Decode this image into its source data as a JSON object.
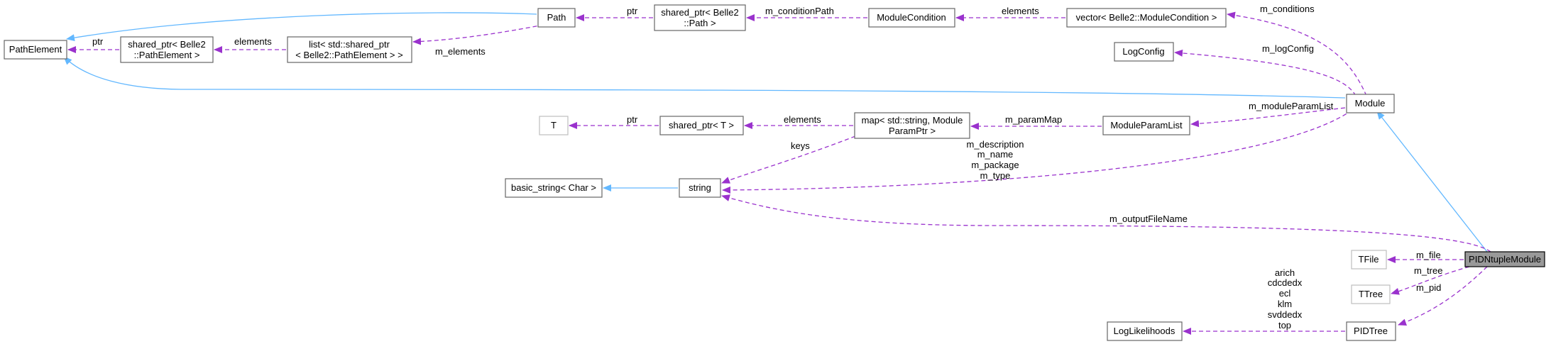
{
  "nodes": {
    "path_element": "PathElement",
    "shared_ptr_path_element_l1": "shared_ptr< Belle2",
    "shared_ptr_path_element_l2": "::PathElement >",
    "list_shared_ptr_l1": "list< std::shared_ptr",
    "list_shared_ptr_l2": "< Belle2::PathElement > >",
    "path": "Path",
    "shared_ptr_path_l1": "shared_ptr< Belle2",
    "shared_ptr_path_l2": "::Path >",
    "module_condition": "ModuleCondition",
    "vector_module_condition": "vector< Belle2::ModuleCondition >",
    "log_config": "LogConfig",
    "module": "Module",
    "t": "T",
    "shared_ptr_t": "shared_ptr< T >",
    "map_l1": "map< std::string, Module",
    "map_l2": "ParamPtr >",
    "module_param_list": "ModuleParamList",
    "basic_string": "basic_string< Char >",
    "string": "string",
    "tfile": "TFile",
    "tree": "TTree",
    "pid_ntuple_module": "PIDNtupleModule",
    "log_likelihoods": "LogLikelihoods",
    "pid_tree": "PIDTree"
  },
  "edge_labels": {
    "ptr_path_element": "ptr",
    "elements_list": "elements",
    "m_elements": "m_elements",
    "ptr_path": "ptr",
    "m_condition_path": "m_conditionPath",
    "elements_vector": "elements",
    "m_conditions": "m_conditions",
    "m_log_config": "m_logConfig",
    "m_module_param_list": "m_moduleParamList",
    "m_param_map": "m_paramMap",
    "elements_map": "elements",
    "ptr_t": "ptr",
    "keys": "keys",
    "module_strings": [
      "m_description",
      "m_name",
      "m_package",
      "m_type"
    ],
    "m_output_file_name": "m_outputFileName",
    "m_file": "m_file",
    "m_tree": "m_tree",
    "m_pid": "m_pid",
    "likelihood_members": [
      "arich",
      "cdcdedx",
      "ecl",
      "klm",
      "svddedx",
      "top"
    ]
  },
  "colors": {
    "inheritance_edge": "#63b8ff",
    "usage_edge": "#9a32cd",
    "focus_node_fill": "#999999"
  }
}
